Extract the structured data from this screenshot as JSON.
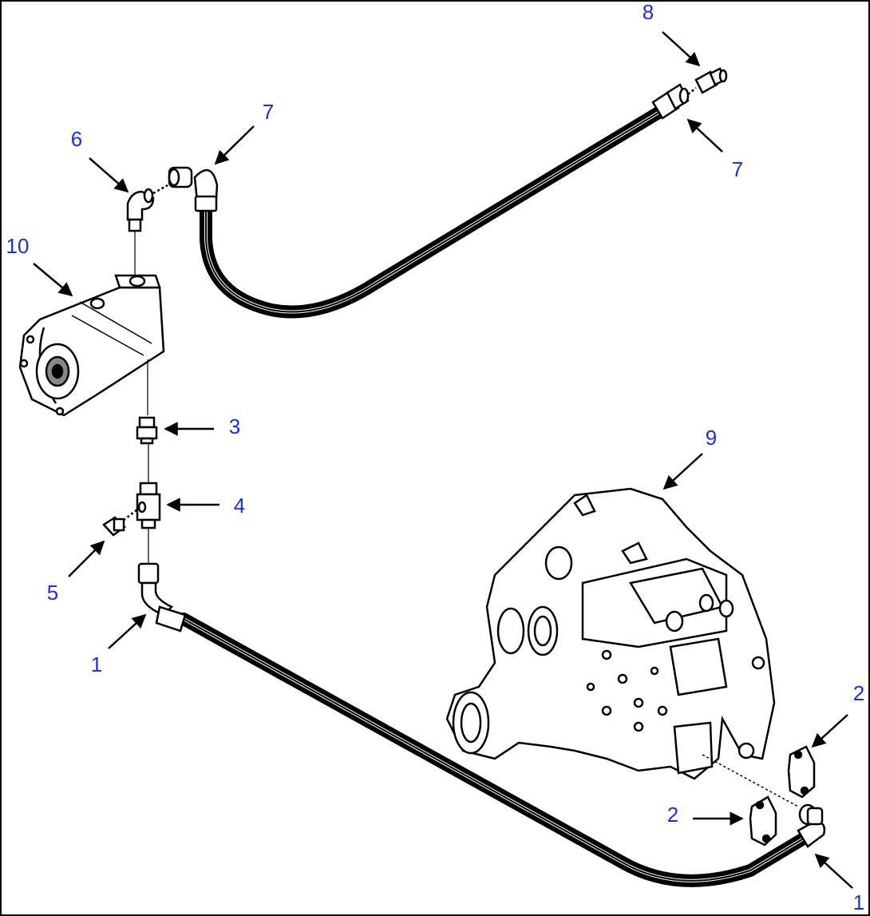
{
  "colors": {
    "ink": "#000000",
    "callout_text": "#1d2fd8",
    "background": "#ffffff"
  },
  "callouts": [
    {
      "id": "c8",
      "label": "8"
    },
    {
      "id": "c7a",
      "label": "7"
    },
    {
      "id": "c7b",
      "label": "7"
    },
    {
      "id": "c6",
      "label": "6"
    },
    {
      "id": "c10",
      "label": "10"
    },
    {
      "id": "c3",
      "label": "3"
    },
    {
      "id": "c4",
      "label": "4"
    },
    {
      "id": "c5",
      "label": "5"
    },
    {
      "id": "c1a",
      "label": "1"
    },
    {
      "id": "c9",
      "label": "9"
    },
    {
      "id": "c2a",
      "label": "2"
    },
    {
      "id": "c2b",
      "label": "2"
    },
    {
      "id": "c1b",
      "label": "1"
    }
  ]
}
